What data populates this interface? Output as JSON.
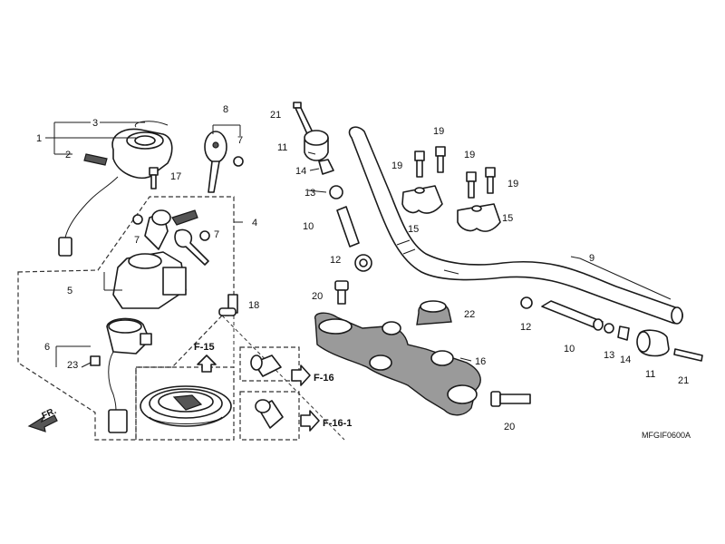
{
  "callouts": {
    "c1": "1",
    "c2": "2",
    "c3": "3",
    "c4": "4",
    "c5": "5",
    "c6": "6",
    "c7a": "7",
    "c7b": "7",
    "c7c": "7",
    "c8": "8",
    "c9": "9",
    "c10a": "10",
    "c10b": "10",
    "c11a": "11",
    "c11b": "11",
    "c12a": "12",
    "c12b": "12",
    "c13a": "13",
    "c13b": "13",
    "c14a": "14",
    "c14b": "14",
    "c15a": "15",
    "c15b": "15",
    "c16": "16",
    "c17": "17",
    "c18": "18",
    "c19a": "19",
    "c19b": "19",
    "c19c": "19",
    "c19d": "19",
    "c20a": "20",
    "c20b": "20",
    "c21a": "21",
    "c21b": "21",
    "c22": "22",
    "c23": "23"
  },
  "references": {
    "f15": "F-15",
    "f16": "F-16",
    "f161": "F-16-1"
  },
  "direction_label": "FR.",
  "diagram_code": "MFGIF0600A"
}
